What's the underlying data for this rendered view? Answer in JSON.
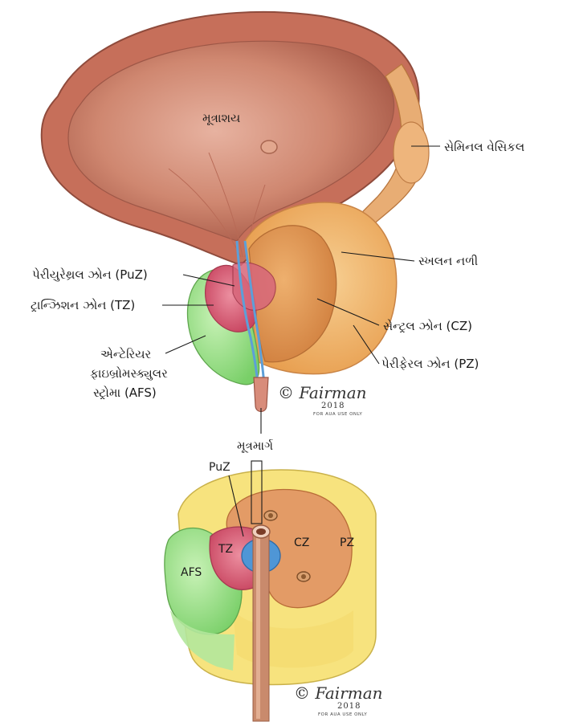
{
  "top_view": {
    "labels": {
      "bladder": "મૂત્રાશય",
      "seminal_vesicle": "સેમિનલ વેસિકલ",
      "ejaculatory_duct": "સ્ખલન નળી",
      "periurethral_zone": "પેરીયુરેથ્રલ ઝોન (PuZ)",
      "transition_zone": "ટ્રાન્ઝિશન ઝોન (TZ)",
      "central_zone": "સેન્ટ્રલ ઝોન (CZ)",
      "peripheral_zone": "પેરીફેરલ ઝોન (PZ)",
      "afs_line1": "એન્ટેરિયર",
      "afs_line2": "ફાઇબ્રોમસ્ક્યુલર",
      "afs_line3": "સ્ટ્રોમા (AFS)",
      "urethra": "મૂત્રમાર્ગ"
    },
    "signature": {
      "name": "Fairman",
      "year": "2018",
      "note": "FOR AUA USE ONLY"
    }
  },
  "bottom_view": {
    "labels": {
      "puz": "PuZ",
      "tz": "TZ",
      "cz": "CZ",
      "pz": "PZ",
      "afs": "AFS"
    },
    "signature": {
      "name": "Fairman",
      "year": "2018",
      "note": "FOR AUA USE ONLY"
    }
  },
  "colors": {
    "bladder": "#c97862",
    "bladder_inner": "#d99a86",
    "seminal_vesicle": "#e6a86a",
    "central_zone": "#e29f5e",
    "peripheral_zone": "#f3c282",
    "transition_zone": "#d25a72",
    "afs": "#9ee08c",
    "yellow_pz": "#f7e27a",
    "orange_cz": "#e39a64",
    "urethra_blue": "#4f96d6"
  }
}
